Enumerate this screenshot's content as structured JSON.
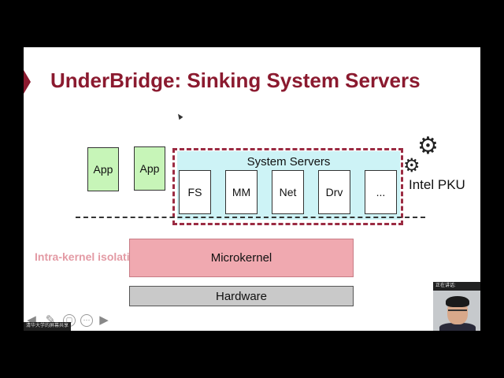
{
  "slide": {
    "title": "UnderBridge: Sinking System Servers",
    "apps": [
      "App",
      "App"
    ],
    "system_servers_label": "System Servers",
    "servers": [
      "FS",
      "MM",
      "Net",
      "Drv",
      "..."
    ],
    "intel_pku_label": "Intel PKU",
    "microkernel_label": "Microkernel",
    "isolation_label": "Intra-kernel isolation",
    "hardware_label": "Hardware",
    "colors": {
      "title": "#8b1a2f",
      "app": "#c7f5b8",
      "system_servers_bg": "#cdf3f6",
      "system_servers_border": "#9b2b42",
      "microkernel": "#f0a9b0",
      "isolation_text": "#e39aa4",
      "hardware": "#c9c9c9"
    }
  },
  "toolbar": {
    "icons": [
      "arrow-left-icon",
      "pen-icon",
      "slides-icon",
      "more-icon",
      "arrow-right-icon"
    ],
    "caption": "清华大学的屏幕共享"
  },
  "webcam": {
    "label": "正在讲话:"
  }
}
